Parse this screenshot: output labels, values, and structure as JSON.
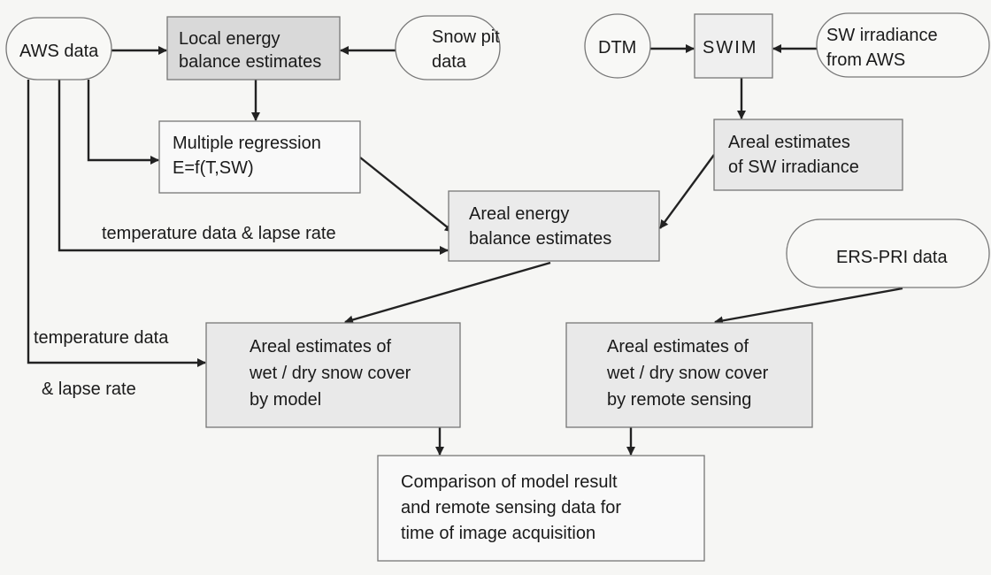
{
  "nodes": {
    "aws": {
      "lines": [
        "AWS data"
      ]
    },
    "local": {
      "lines": [
        "Local energy",
        "balance estimates"
      ]
    },
    "snowpit": {
      "lines": [
        "Snow pit",
        "data"
      ]
    },
    "dtm": {
      "lines": [
        "DTM"
      ]
    },
    "swim": {
      "lines": [
        "SWIM"
      ]
    },
    "swirr": {
      "lines": [
        "SW irradiance",
        "from AWS"
      ]
    },
    "multireg": {
      "lines": [
        "Multiple regression",
        "E=f(T,SW)"
      ]
    },
    "arealsw": {
      "lines": [
        "Areal estimates",
        "of SW irradiance"
      ]
    },
    "arealeb": {
      "lines": [
        "Areal energy",
        "balance estimates"
      ]
    },
    "erspri": {
      "lines": [
        "ERS-PRI data"
      ]
    },
    "model": {
      "lines": [
        "Areal estimates of",
        "wet / dry snow cover",
        "by model"
      ]
    },
    "remote": {
      "lines": [
        "Areal estimates of",
        "wet / dry snow cover",
        "by remote sensing"
      ]
    },
    "compare": {
      "lines": [
        "Comparison of model result",
        "and remote sensing data for",
        "time of image acquisition"
      ]
    }
  },
  "edge_labels": {
    "temp_lapse": "temperature data & lapse rate",
    "temp_data": "temperature data",
    "lapse_rate": "& lapse rate"
  },
  "colors": {
    "dark_fill": "#d9d9d9",
    "mid_fill": "#e8e8e8",
    "light_fill": "#f9f9f9"
  }
}
